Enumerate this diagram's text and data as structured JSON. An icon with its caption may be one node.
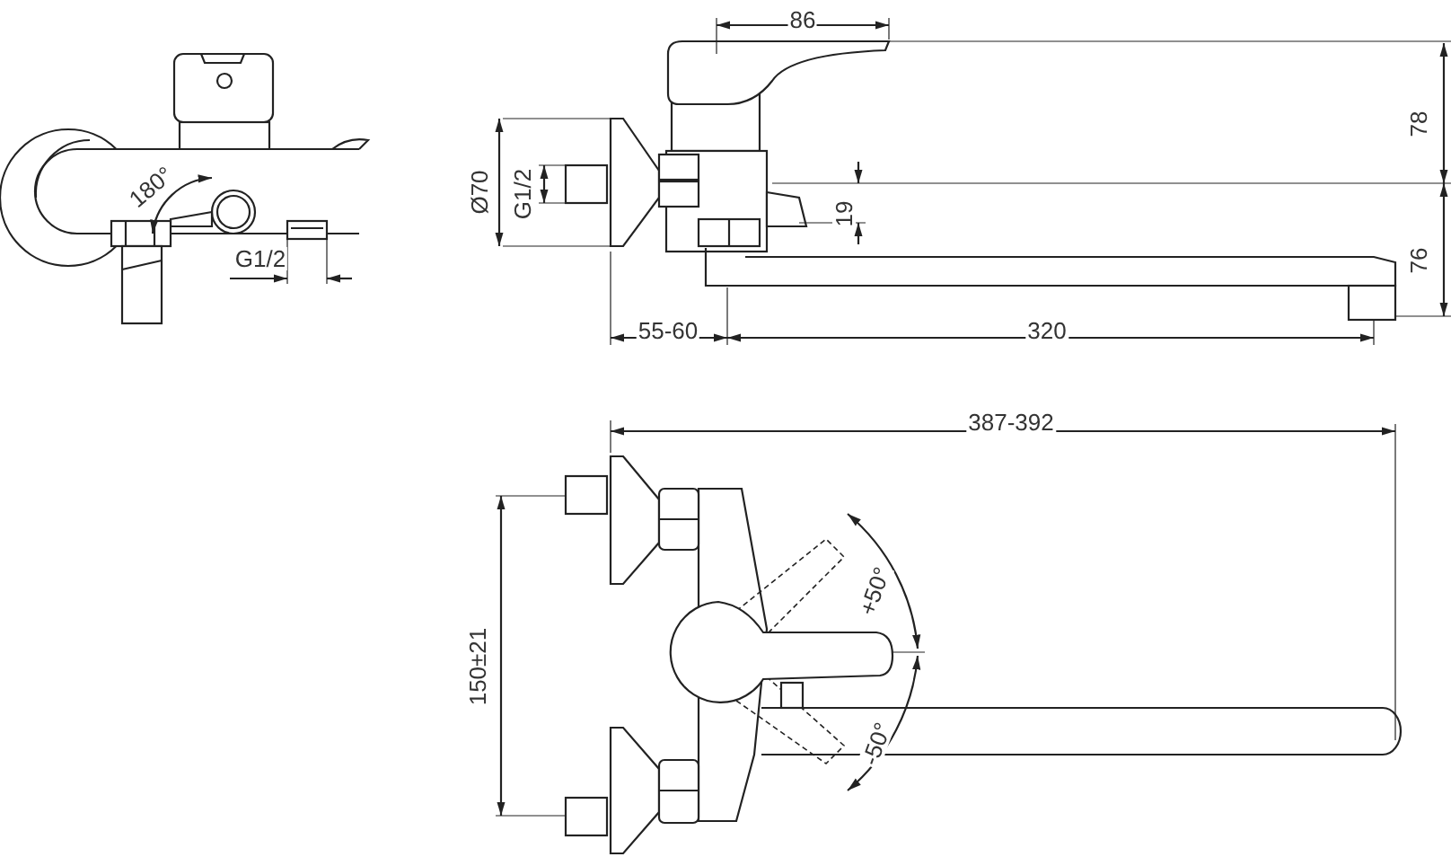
{
  "diagram": {
    "labels": [
      "86",
      "78",
      "180°",
      "Ø70",
      "G1/2",
      "19",
      "G1/2",
      "76",
      "55-60",
      "320",
      "387-392",
      "+50°",
      "150±21",
      "-50°"
    ]
  }
}
